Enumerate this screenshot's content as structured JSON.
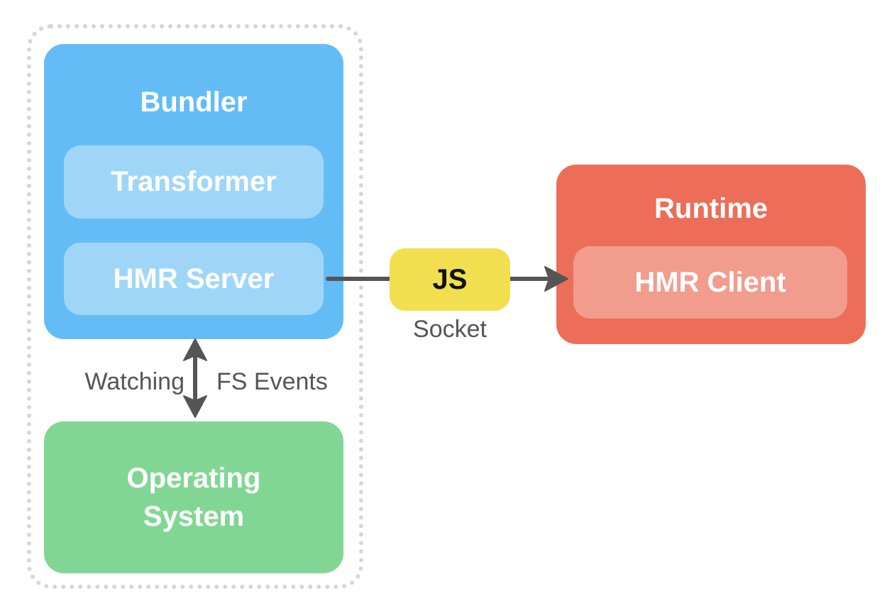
{
  "colors": {
    "bundler": "#64bcf7",
    "inner": "#9fd6f8",
    "os": "#82d693",
    "runtime": "#ed6e58",
    "client": "#f29c8e",
    "js": "#f1df4f",
    "arrow": "#555555",
    "outline": "#d6d6d6"
  },
  "bundler": {
    "title": "Bundler",
    "transformer": "Transformer",
    "hmr_server": "HMR Server"
  },
  "os": {
    "line1": "Operating",
    "line2": "System"
  },
  "runtime": {
    "title": "Runtime",
    "hmr_client": "HMR Client"
  },
  "connection": {
    "badge": "JS",
    "label": "Socket"
  },
  "fs_link": {
    "left_label": "Watching",
    "right_label": "FS Events"
  }
}
